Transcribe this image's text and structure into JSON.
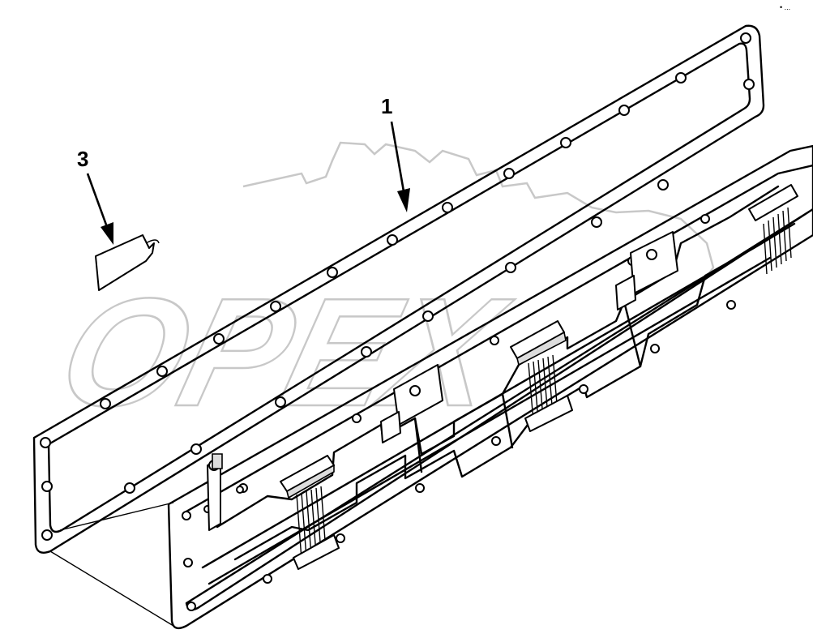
{
  "diagram": {
    "watermark_text": "OPEX",
    "corner_mark": "• ...",
    "callouts": [
      {
        "id": "1",
        "label": "1",
        "part": "gasket"
      },
      {
        "id": "3",
        "label": "3",
        "part": "tag"
      }
    ],
    "colors": {
      "lines": "#000000",
      "watermark": "#c8c8c8",
      "background": "#ffffff"
    }
  }
}
